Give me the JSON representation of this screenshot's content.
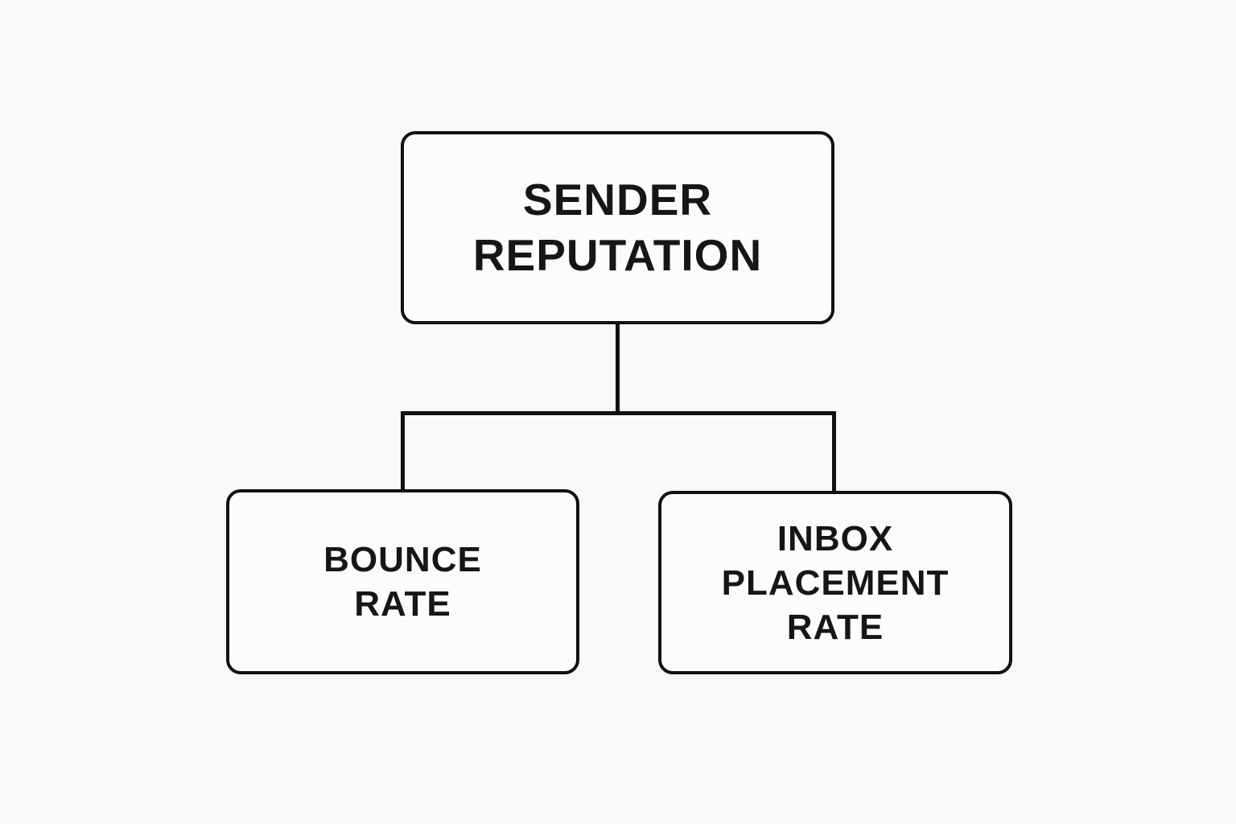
{
  "theme": {
    "background_color": "#f8f8f6",
    "line_color": "#111111",
    "node_fill_color": "#fcfcfb",
    "text_color": "#161616"
  },
  "diagram": {
    "type": "hierarchy",
    "nodes": {
      "root": {
        "label": "SENDER\nREPUTATION"
      },
      "child_left": {
        "label": "BOUNCE\nRATE"
      },
      "child_right": {
        "label": "INBOX\nPLACEMENT\nRATE"
      }
    },
    "edges": [
      {
        "from": "root",
        "to": "child_left"
      },
      {
        "from": "root",
        "to": "child_right"
      }
    ]
  }
}
